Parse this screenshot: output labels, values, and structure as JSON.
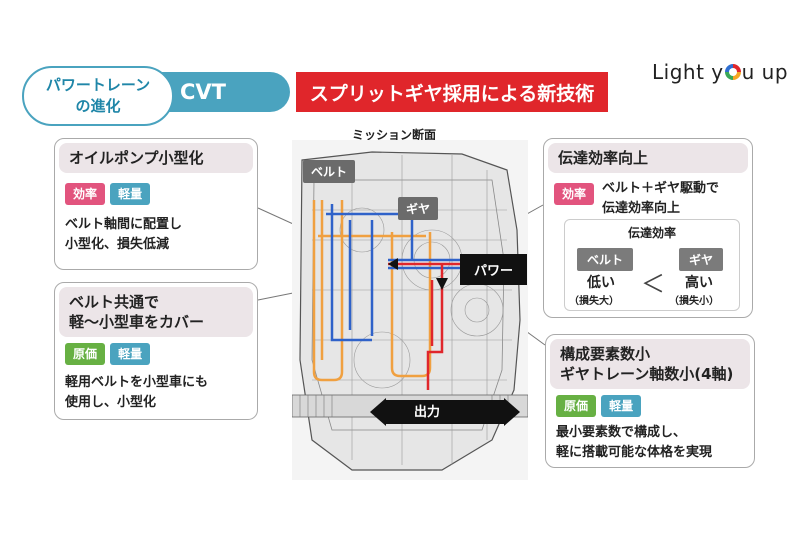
{
  "header": {
    "bubble_line1": "パワートレーン",
    "bubble_line2": "の進化",
    "cvt": "CVT",
    "split_title": "スプリットギヤ採用による新技術",
    "logo_part1": "Light y",
    "logo_part2": "u up"
  },
  "diagram": {
    "caption": "ミッション断面",
    "belt_label": "ベルト",
    "gear_label": "ギヤ",
    "power_label": "パワー",
    "output_label": "出力"
  },
  "left_top": {
    "title": "オイルポンプ小型化",
    "tags": [
      "効率",
      "軽量"
    ],
    "line1": "ベルト軸間に配置し",
    "line2": "小型化、損失低減"
  },
  "left_bottom": {
    "title_line1": "ベルト共通で",
    "title_line2": "軽～小型車をカバー",
    "tags": [
      "原価",
      "軽量"
    ],
    "line1": "軽用ベルトを小型車にも",
    "line2": "使用し、小型化"
  },
  "right_top": {
    "title": "伝達効率向上",
    "tag": "効率",
    "line1": "ベルト＋ギヤ駆動で",
    "line2": "伝達効率向上",
    "inner_title": "伝達効率",
    "belt": "ベルト",
    "gear": "ギヤ",
    "low": "低い",
    "high": "高い",
    "compare": "＜",
    "loss_big": "（損失大）",
    "loss_small": "（損失小）"
  },
  "right_bottom": {
    "title_line1": "構成要素数小",
    "title_line2": "ギヤトレーン軸数小(4軸)",
    "tags": [
      "原価",
      "軽量"
    ],
    "line1": "最小要素数で構成し、",
    "line2": "軽に搭載可能な体格を実現"
  },
  "colors": {
    "accent_blue": "#4aa3bf",
    "accent_red": "#e0262b",
    "tag_pink": "#e2547e",
    "tag_green": "#67b043",
    "belt_path": "#f0a040",
    "gear_path_blue": "#2f62c9",
    "power_path_red": "#e0262b"
  }
}
